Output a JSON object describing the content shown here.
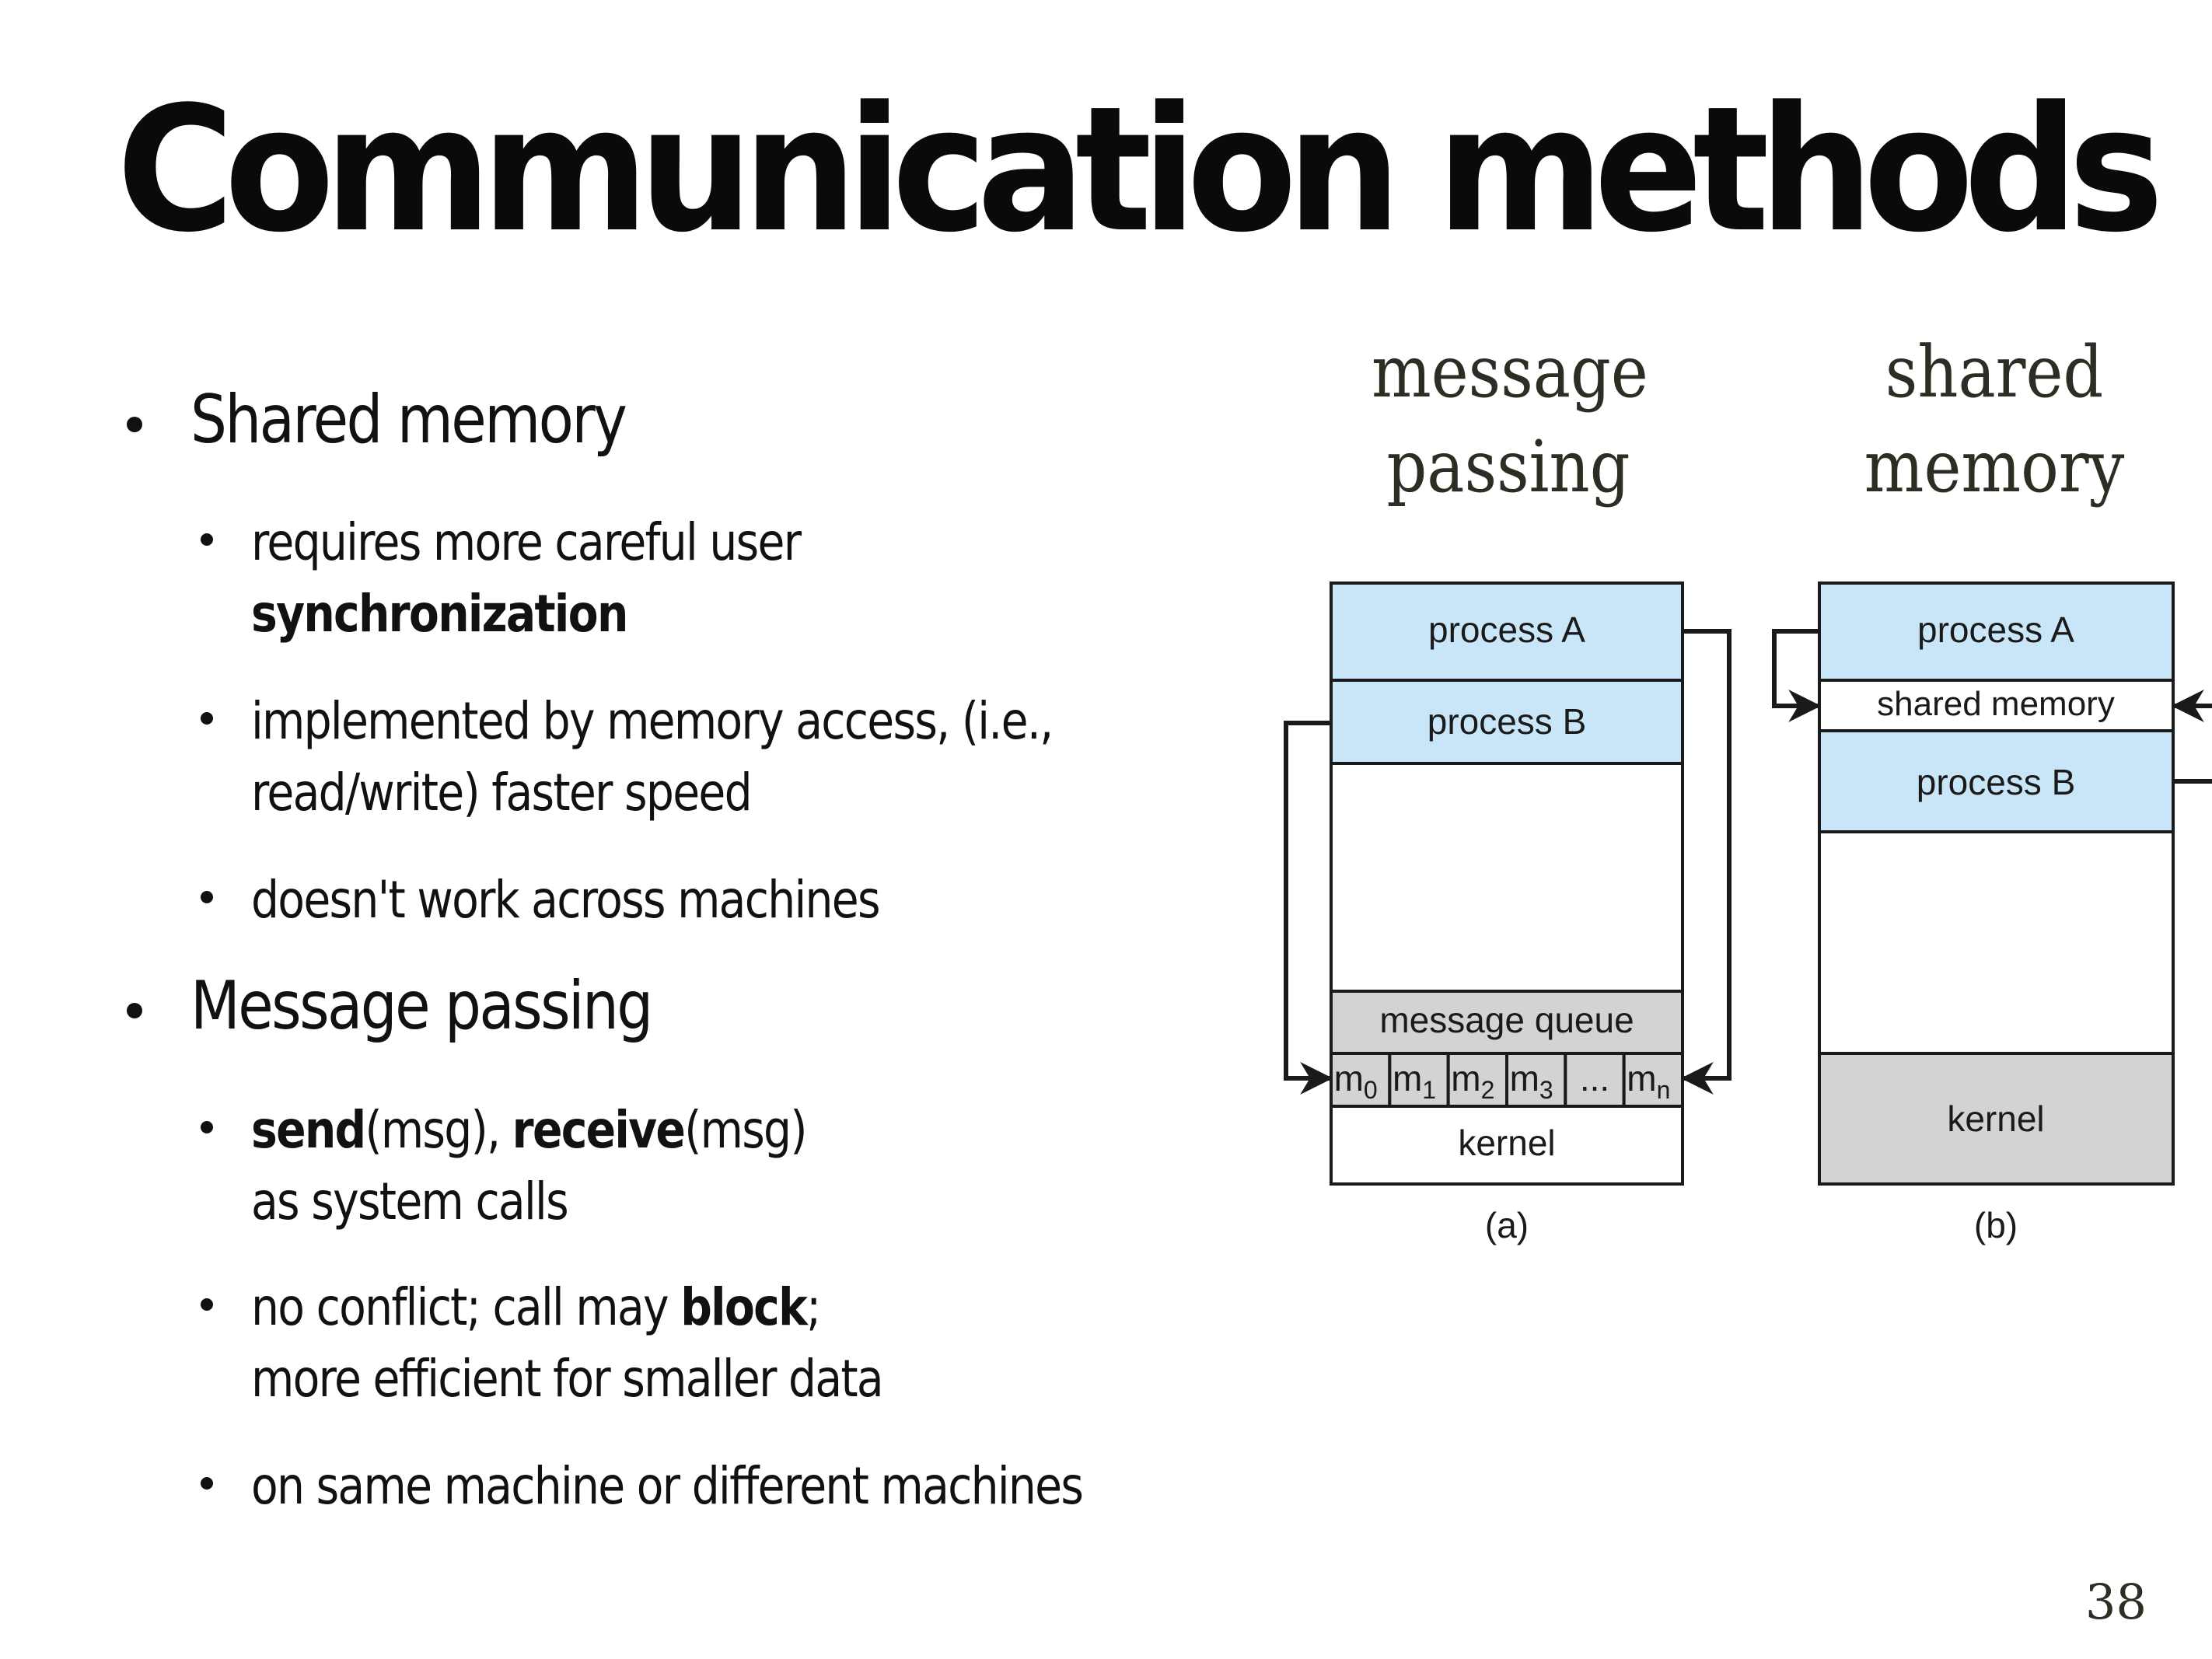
{
  "slide": {
    "title": "Communication methods",
    "page_number": "38"
  },
  "bullets": {
    "shared_memory": {
      "heading": "Shared memory",
      "items": [
        {
          "line1": "requires more careful user",
          "line2_bold": "synchronization"
        },
        {
          "line1": "implemented by memory access, (i.e.,",
          "line2": "read/write) faster speed"
        },
        {
          "line1": "doesn't work across machines"
        }
      ]
    },
    "message_passing": {
      "heading": "Message passing",
      "items": [
        {
          "bold1": "send",
          "text1": "(msg), ",
          "bold2": "receive",
          "text2": "(msg)",
          "line2": "as system calls"
        },
        {
          "text1": "no conflict; call may ",
          "bold1": "block",
          "text2": ";",
          "line2": "more efficient for smaller data"
        },
        {
          "line1": "on same machine or different machines"
        }
      ]
    }
  },
  "diagram": {
    "column_headers": {
      "a": {
        "line1": "message",
        "line2": "passing"
      },
      "b": {
        "line1": "shared",
        "line2": "memory"
      }
    },
    "a": {
      "process_a": "process A",
      "process_b": "process B",
      "message_queue": "message queue",
      "queue_cells": [
        {
          "base": "m",
          "sub": "0"
        },
        {
          "base": "m",
          "sub": "1"
        },
        {
          "base": "m",
          "sub": "2"
        },
        {
          "base": "m",
          "sub": "3"
        },
        {
          "base": "...",
          "sub": ""
        },
        {
          "base": "m",
          "sub": "n"
        }
      ],
      "kernel": "kernel",
      "caption": "(a)"
    },
    "b": {
      "process_a": "process A",
      "shared_memory": "shared memory",
      "process_b": "process B",
      "kernel": "kernel",
      "caption": "(b)"
    },
    "colors": {
      "process_fill": "#c8e6f8",
      "kernel_fill": "#d1d3d4",
      "line": "#1a1a1a"
    }
  }
}
